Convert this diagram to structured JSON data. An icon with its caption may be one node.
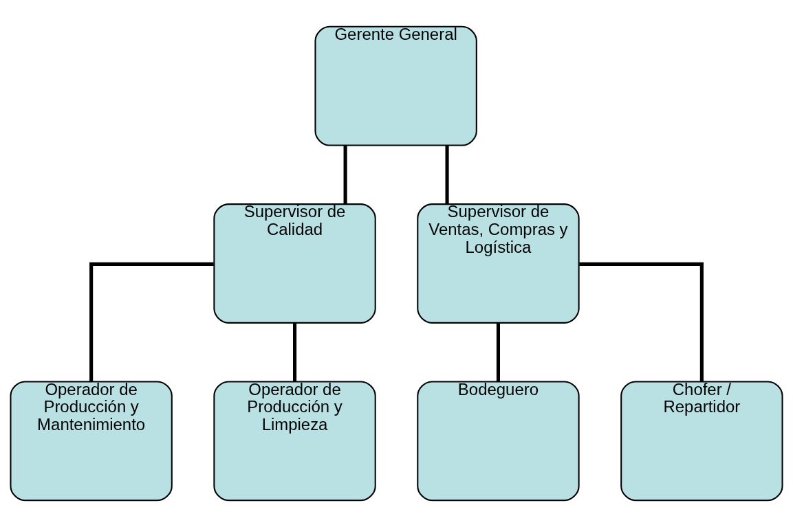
{
  "diagram": {
    "nodes": [
      {
        "text": [
          "Gerente General"
        ]
      },
      {
        "text": [
          "Supervisor de Calidad"
        ]
      },
      {
        "text": [
          "Supervisor de Ventas, Compras y Logística"
        ]
      },
      {
        "text": [
          "Operador de Producción y Mantenimiento"
        ]
      },
      {
        "text": [
          "Operador de Producción y Limpieza"
        ]
      },
      {
        "text": [
          "Bodeguero"
        ]
      },
      {
        "text": [
          "Chofer / Repartidor"
        ]
      }
    ],
    "edges": [
      {
        "from": 0,
        "to": 1,
        "arrow": "none"
      },
      {
        "from": 0,
        "to": 2,
        "arrow": "none"
      },
      {
        "from": 1,
        "to": 3,
        "arrow": "none"
      },
      {
        "from": 1,
        "to": 4,
        "arrow": "none"
      },
      {
        "from": 2,
        "to": 5,
        "arrow": "none"
      },
      {
        "from": 2,
        "to": 6,
        "arrow": "none"
      }
    ]
  }
}
